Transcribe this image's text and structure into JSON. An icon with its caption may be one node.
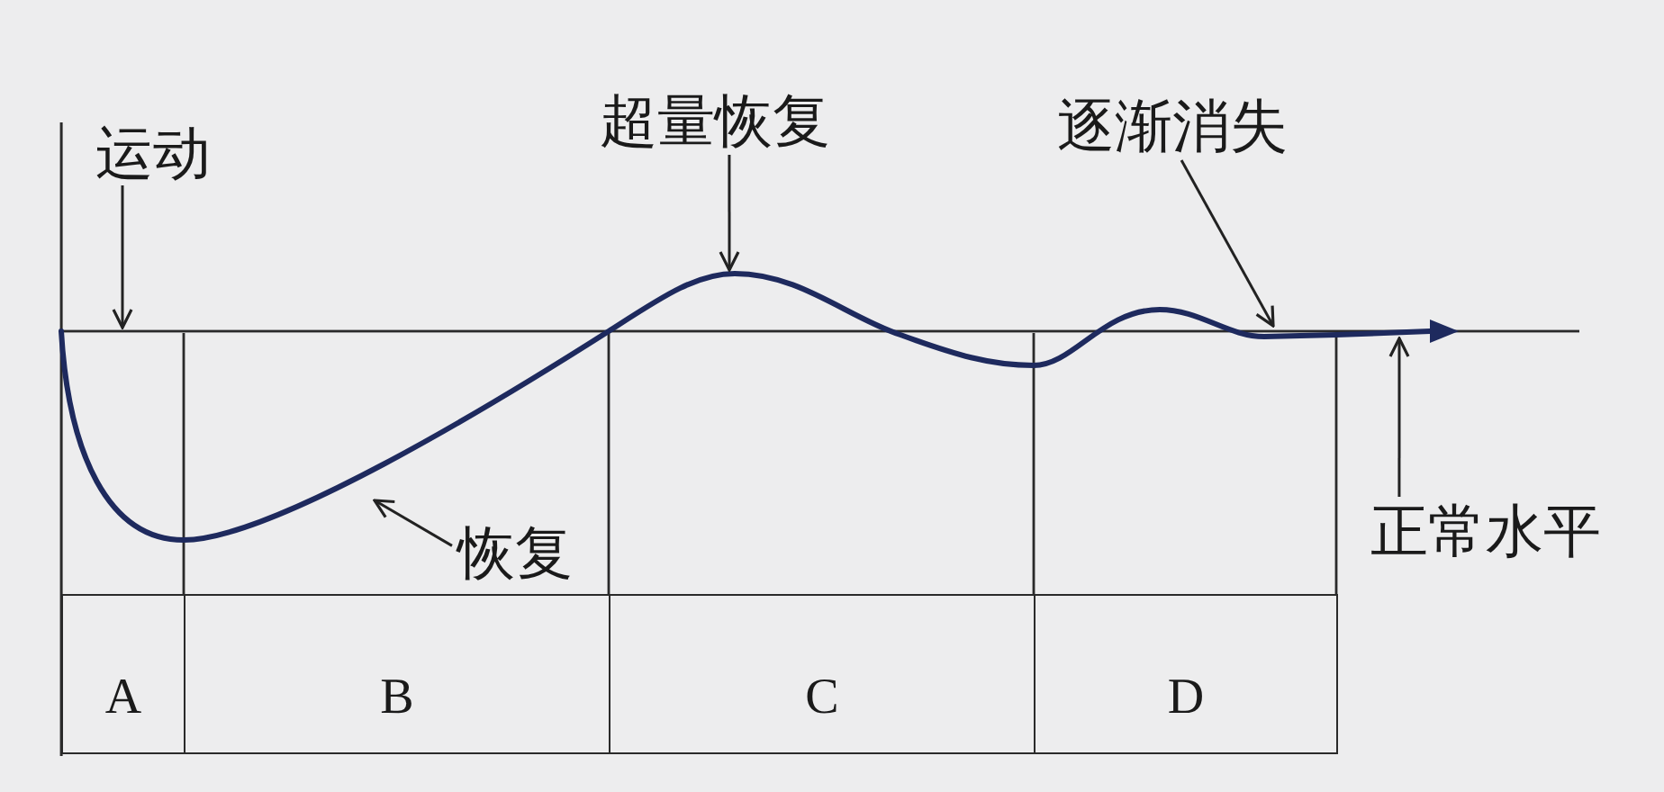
{
  "diagram": {
    "nodes": [
      {
        "text": [
          "运动"
        ]
      },
      {
        "text": [
          "超量恢复"
        ]
      },
      {
        "text": [
          "逐渐消失"
        ]
      },
      {
        "text": [
          "恢复"
        ]
      },
      {
        "text": [
          "正常水平"
        ]
      },
      {
        "text": [
          "A"
        ]
      },
      {
        "text": [
          "B"
        ]
      },
      {
        "text": [
          "C"
        ]
      },
      {
        "text": [
          "D"
        ]
      }
    ],
    "edges": [
      {
        "from": 0,
        "to": null,
        "arrow": "to"
      },
      {
        "from": 1,
        "to": null,
        "arrow": "to"
      },
      {
        "from": 2,
        "to": null,
        "arrow": "to"
      },
      {
        "from": 3,
        "to": null,
        "arrow": "to"
      },
      {
        "from": 4,
        "to": null,
        "arrow": "to"
      }
    ]
  }
}
